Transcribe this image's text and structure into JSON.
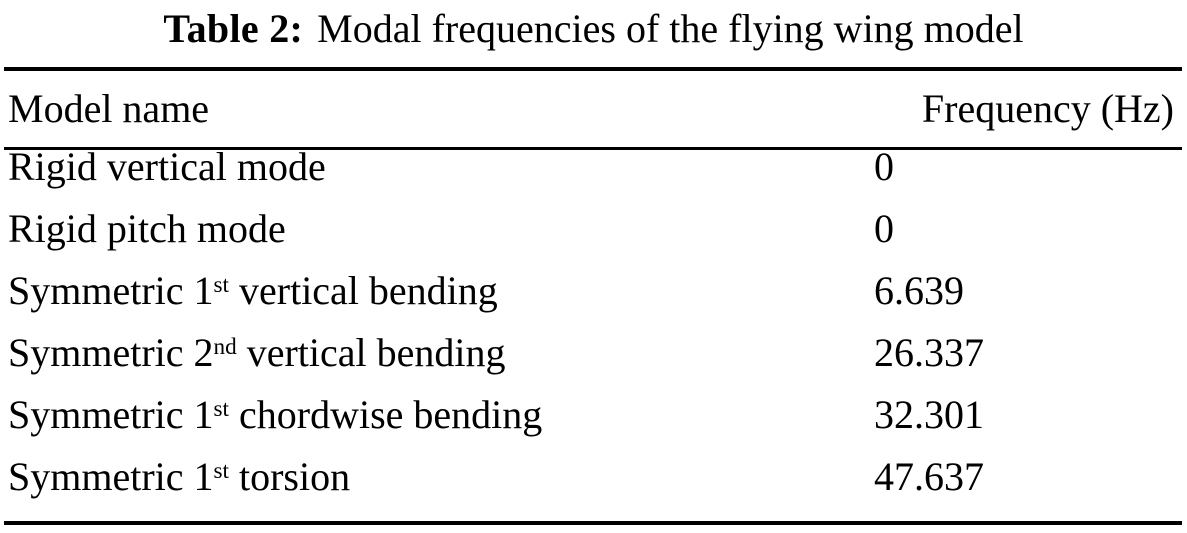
{
  "caption": {
    "label": "Table 2:",
    "text": "Modal frequencies of the flying wing model"
  },
  "table": {
    "columns": [
      {
        "key": "model_name",
        "header": "Model name",
        "align": "left"
      },
      {
        "key": "frequency",
        "header": "Frequency (Hz)",
        "align": "right"
      }
    ],
    "rows": [
      {
        "name_prefix": "Rigid vertical mode",
        "ordinal": "",
        "name_suffix": "",
        "frequency": "0"
      },
      {
        "name_prefix": "Rigid pitch mode",
        "ordinal": "",
        "name_suffix": "",
        "frequency": "0"
      },
      {
        "name_prefix": "Symmetric 1",
        "ordinal": "st",
        "name_suffix": " vertical bending",
        "frequency": "6.639"
      },
      {
        "name_prefix": "Symmetric 2",
        "ordinal": "nd",
        "name_suffix": " vertical bending",
        "frequency": "26.337"
      },
      {
        "name_prefix": "Symmetric 1",
        "ordinal": "st",
        "name_suffix": " chordwise bending",
        "frequency": "32.301"
      },
      {
        "name_prefix": "Symmetric 1",
        "ordinal": "st",
        "name_suffix": " torsion",
        "frequency": "47.637"
      }
    ]
  },
  "style": {
    "text_color": "#000000",
    "background_color": "#ffffff",
    "rule_color": "#000000"
  }
}
